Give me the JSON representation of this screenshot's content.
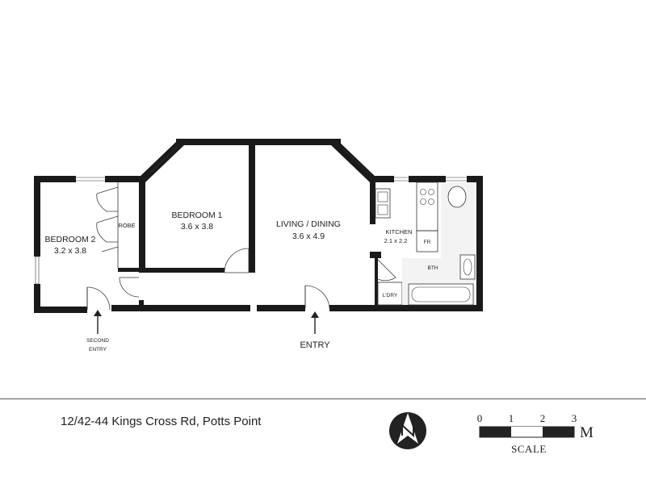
{
  "rooms": {
    "bedroom2_name": "BEDROOM 2",
    "bedroom2_dims": "3.2 x 3.8",
    "robe": "ROBE",
    "bedroom1_name": "BEDROOM 1",
    "bedroom1_dims": "3.6 x 3.8",
    "living_name": "LIVING / DINING",
    "living_dims": "3.6 x 4.9",
    "kitchen_name": "KITCHEN",
    "kitchen_dims": "2.1 x 2.2",
    "fridge": "FR",
    "bathroom": "BTH",
    "laundry": "L'DRY"
  },
  "entries": {
    "second_entry_line1": "SECOND",
    "second_entry_line2": "ENTRY",
    "main_entry": "ENTRY"
  },
  "footer": {
    "address": "12/42-44 Kings Cross Rd, Potts Point"
  },
  "scale_bar": {
    "ticks": [
      "0",
      "1",
      "2",
      "3"
    ],
    "unit": "M",
    "caption": "SCALE"
  },
  "icons": {
    "compass": "north-arrow-icon"
  }
}
